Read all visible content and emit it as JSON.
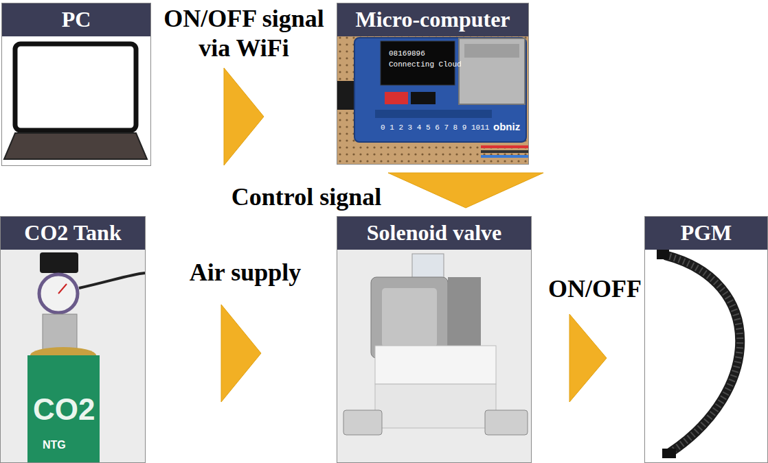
{
  "diagram": {
    "nodes": [
      {
        "text": [
          "PC"
        ]
      },
      {
        "text": [
          "Micro-computer"
        ]
      },
      {
        "text": [
          "CO2 Tank"
        ]
      },
      {
        "text": [
          "Solenoid valve"
        ]
      },
      {
        "text": [
          "PGM"
        ]
      }
    ],
    "edges": [
      {
        "from": 0,
        "to": 1,
        "arrow": "to",
        "label": "ON/OFF signal via WiFi"
      },
      {
        "from": 1,
        "to": 3,
        "arrow": "to",
        "label": "Control signal"
      },
      {
        "from": 2,
        "to": 3,
        "arrow": "to",
        "label": "Air supply"
      },
      {
        "from": 3,
        "to": 4,
        "arrow": "to",
        "label": "ON/OFF"
      }
    ],
    "labels": [
      "08169896",
      "Connecting Cloud",
      "0 1 2 3 4 5 6 7 8 9 1011",
      "obniz",
      "CO2",
      "NTG"
    ]
  }
}
